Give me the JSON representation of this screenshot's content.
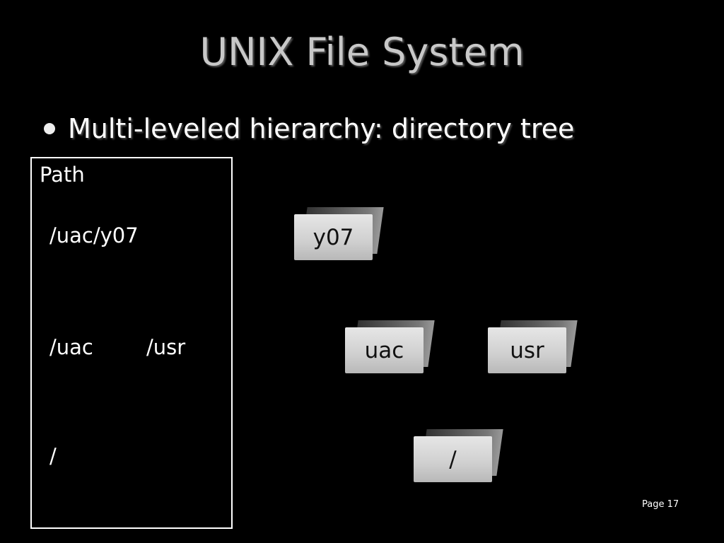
{
  "title": "UNIX File System",
  "bullet": "Multi-leveled hierarchy: directory tree",
  "path_box": {
    "heading": "Path",
    "paths": [
      "/uac/y07",
      "/uac",
      "/usr",
      "/"
    ]
  },
  "folders": [
    "y07",
    "uac",
    "usr",
    "/"
  ],
  "page": "Page 17"
}
